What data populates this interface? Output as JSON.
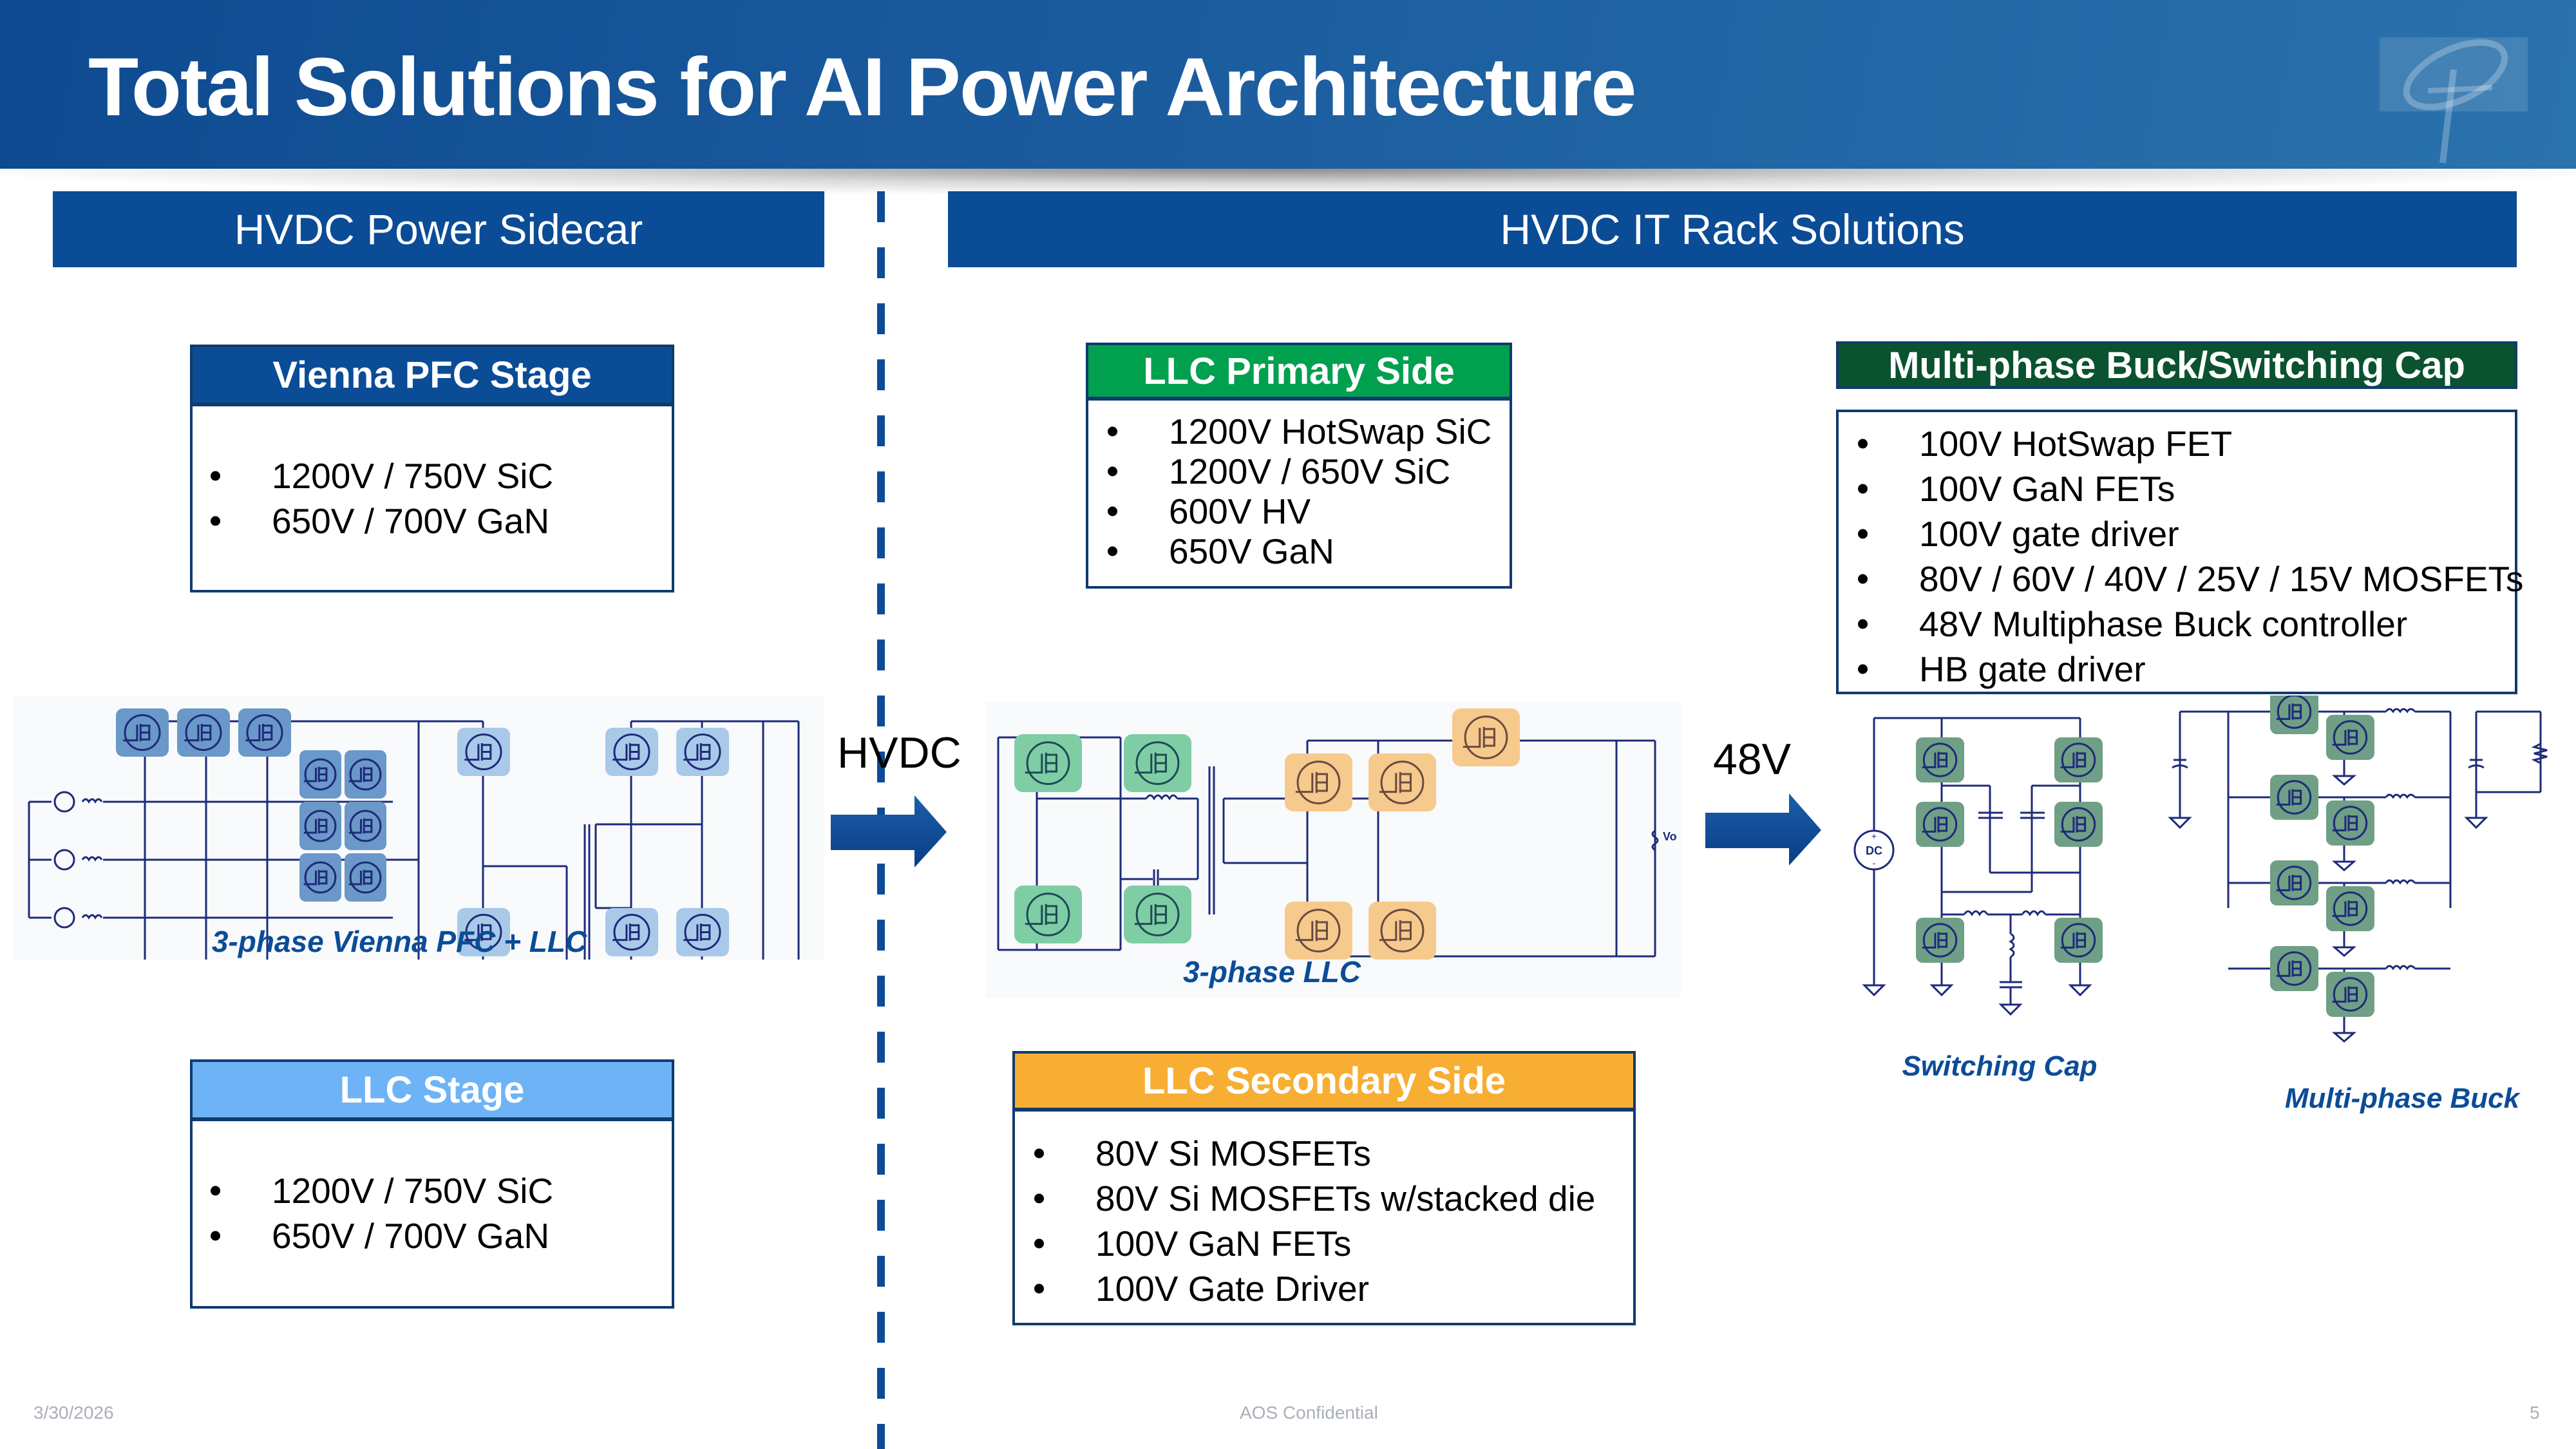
{
  "header": {
    "title": "Total Solutions for AI Power Architecture",
    "logo_icon": "aos-logo-icon"
  },
  "sections": {
    "left_title": "HVDC Power Sidecar",
    "right_title": "HVDC IT Rack Solutions"
  },
  "boxes": {
    "vienna_pfc": {
      "title": "Vienna PFC Stage",
      "header_color": "#0b4c97",
      "items": [
        "1200V / 750V SiC",
        "650V / 700V GaN"
      ]
    },
    "llc_stage": {
      "title": "LLC Stage",
      "header_color": "#6db3f6",
      "items": [
        "1200V / 750V SiC",
        "650V / 700V GaN"
      ]
    },
    "llc_primary": {
      "title": "LLC Primary Side",
      "header_color": "#00a04f",
      "items": [
        "1200V HotSwap SiC",
        "1200V / 650V SiC",
        "600V HV",
        "650V GaN"
      ]
    },
    "llc_secondary": {
      "title": "LLC Secondary Side",
      "header_color": "#f7ae32",
      "items": [
        "80V Si MOSFETs",
        "80V Si MOSFETs w/stacked die",
        "100V GaN FETs",
        "100V Gate Driver"
      ]
    },
    "multiphase": {
      "title": "Multi-phase Buck/Switching Cap",
      "header_color": "#0a5230",
      "items": [
        "100V HotSwap FET",
        "100V GaN FETs",
        "100V gate driver",
        "80V / 60V / 40V / 25V / 15V MOSFETs",
        "48V Multiphase Buck controller",
        "HB gate driver"
      ]
    }
  },
  "diagrams": {
    "vienna": {
      "caption": "3-phase Vienna PFC + LLC",
      "fet_color_dark": "#6a98c8",
      "fet_color_light": "#a9c9e9"
    },
    "llc3": {
      "caption": "3-phase LLC",
      "primary_fet_color": "#7fcda4",
      "secondary_fet_color": "#f6c98c",
      "output_label": "Vo"
    },
    "switching_cap": {
      "caption": "Switching Cap",
      "source_label": "DC",
      "plus": "+",
      "minus": "-",
      "fet_color": "#6f9f85"
    },
    "multiphase_buck": {
      "caption": "Multi-phase Buck",
      "fet_color": "#6f9f85"
    }
  },
  "arrows": {
    "hvdc_label": "HVDC",
    "v48_label": "48V"
  },
  "footer": {
    "date": "3/30/2026",
    "confidential": "AOS Confidential",
    "page": "5"
  }
}
